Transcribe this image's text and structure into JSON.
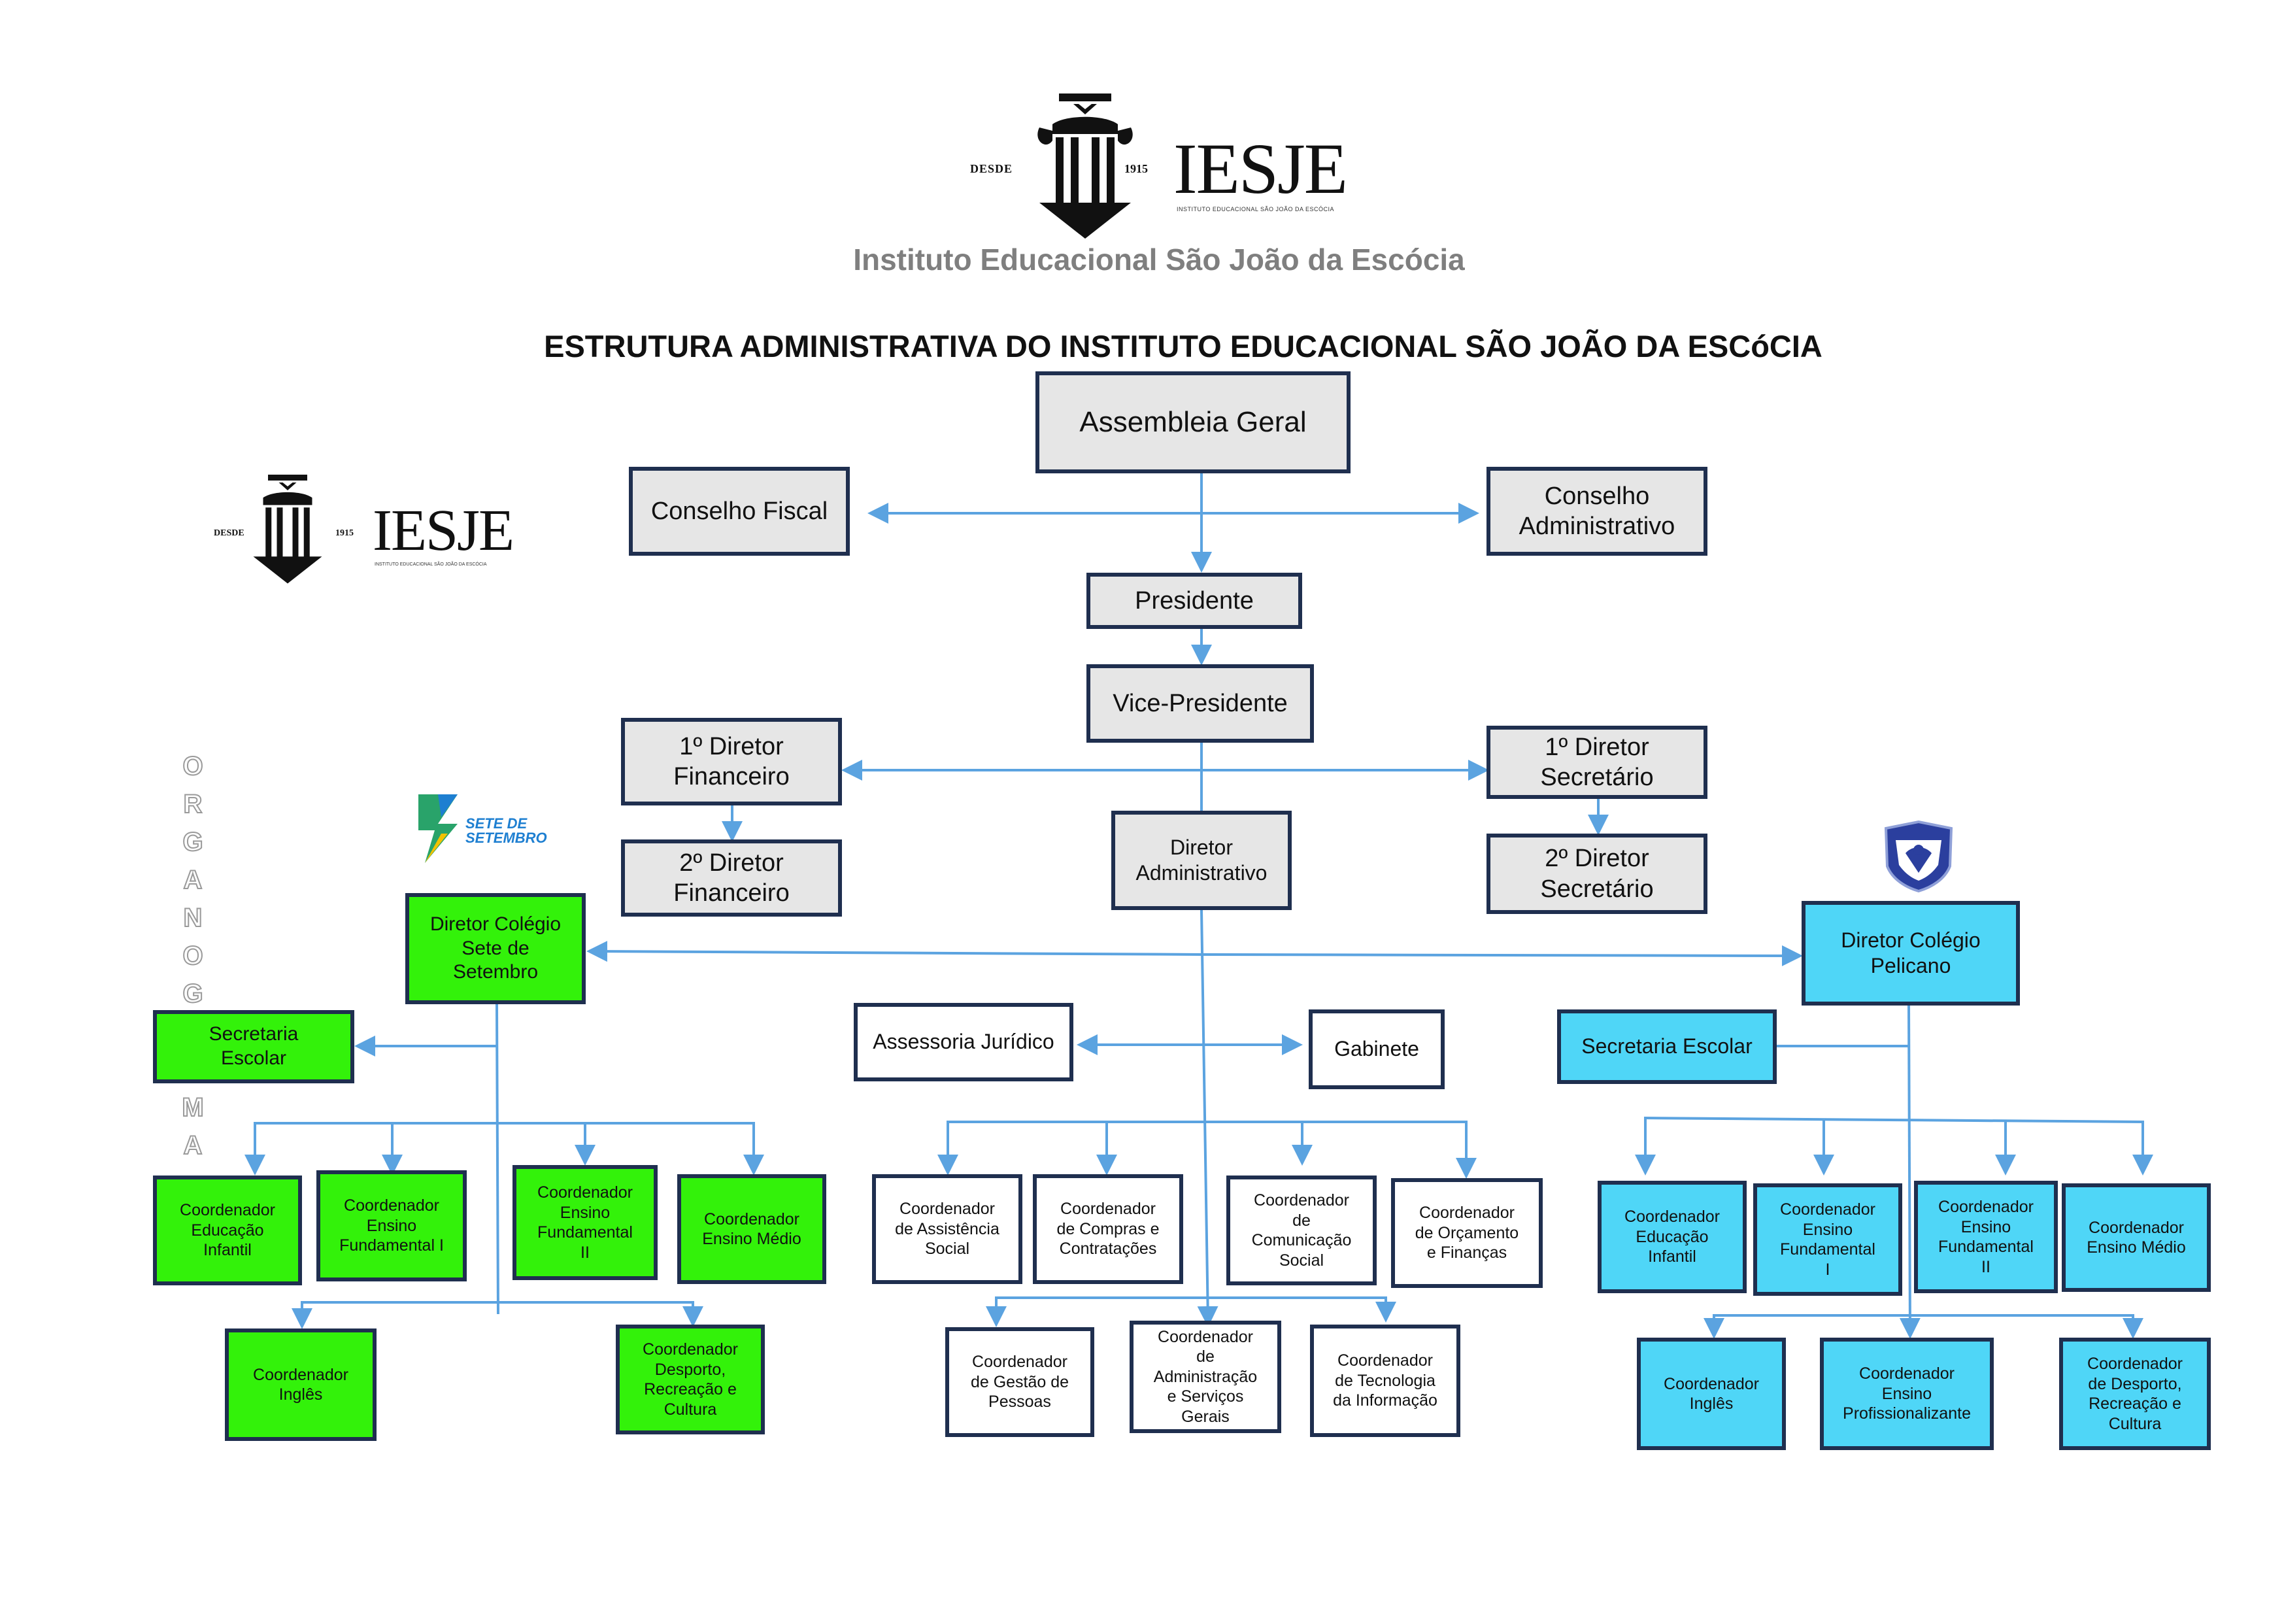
{
  "header": {
    "logo_brand": "IESJE",
    "logo_desde": "DESDE",
    "logo_year": "1915",
    "logo_tagline": "INSTITUTO EDUCACIONAL SÃO JOÃO DA ESCÓCIA",
    "institution_name": "Instituto Educacional São João da Escócia",
    "title": "ESTRUTURA ADMINISTRATIVA DO INSTITUTO EDUCACIONAL SÃO JOÃO DA ESCóCIA"
  },
  "side_label": [
    "O",
    "R",
    "G",
    "A",
    "N",
    "O",
    "G",
    "R",
    "A",
    "M",
    "A"
  ],
  "school_logos": {
    "sete": "SETE DE SETEMBRO"
  },
  "colors": {
    "gray": "#e6e6e6",
    "green": "#33f20a",
    "blue": "#4fd6f7",
    "connector": "#5ba3e0",
    "border": "#1f2f4f"
  },
  "nodes": {
    "assembleia": "Assembleia Geral",
    "conselho_fiscal": "Conselho Fiscal",
    "conselho_adm": "Conselho\nAdministrativo",
    "presidente": "Presidente",
    "vice": "Vice-Presidente",
    "dir_fin1": "1º Diretor\nFinanceiro",
    "dir_fin2": "2º Diretor\nFinanceiro",
    "dir_sec1": "1º Diretor\nSecretário",
    "dir_sec2": "2º Diretor\nSecretário",
    "dir_adm": "Diretor\nAdministrativo",
    "dir_sete": "Diretor Colégio\nSete de\nSetembro",
    "dir_pelicano": "Diretor Colégio\nPelicano",
    "sec_escolar_g": "Secretaria\nEscolar",
    "sec_escolar_b": "Secretaria Escolar",
    "assessoria": "Assessoria Jurídico",
    "gabinete": "Gabinete",
    "g_ed_inf": "Coordenador\nEducação\nInfantil",
    "g_ef1": "Coordenador\nEnsino\nFundamental  I",
    "g_ef2": "Coordenador\nEnsino\nFundamental\nII",
    "g_em": "Coordenador\nEnsino Médio",
    "g_ingles": "Coordenador\nInglês",
    "g_desporto": "Coordenador\nDesporto,\nRecreação e\nCultura",
    "w_assist": "Coordenador\nde Assistência\nSocial",
    "w_compras": "Coordenador\nde Compras e\nContratações",
    "w_comun": "Coordenador\nde\nComunicação\nSocial",
    "w_orc": "Coordenador\nde  Orçamento\ne Finanças",
    "w_gestao": "Coordenador\nde Gestão  de\nPessoas",
    "w_adm_serv": "Coordenador\nde\nAdministração\ne Serviços\nGerais",
    "w_ti": "Coordenador\nde Tecnologia\nda Informação",
    "b_ed_inf": "Coordenador\nEducação\nInfantil",
    "b_ef1": "Coordenador\nEnsino\nFundamental\nI",
    "b_ef2": "Coordenador\nEnsino\nFundamental\nII",
    "b_em": "Coordenador\nEnsino Médio",
    "b_ingles": "Coordenador\nInglês",
    "b_prof": "Coordenador\nEnsino\nProfissionalizante",
    "b_desporto": "Coordenador\nde Desporto,\nRecreação e\nCultura"
  }
}
